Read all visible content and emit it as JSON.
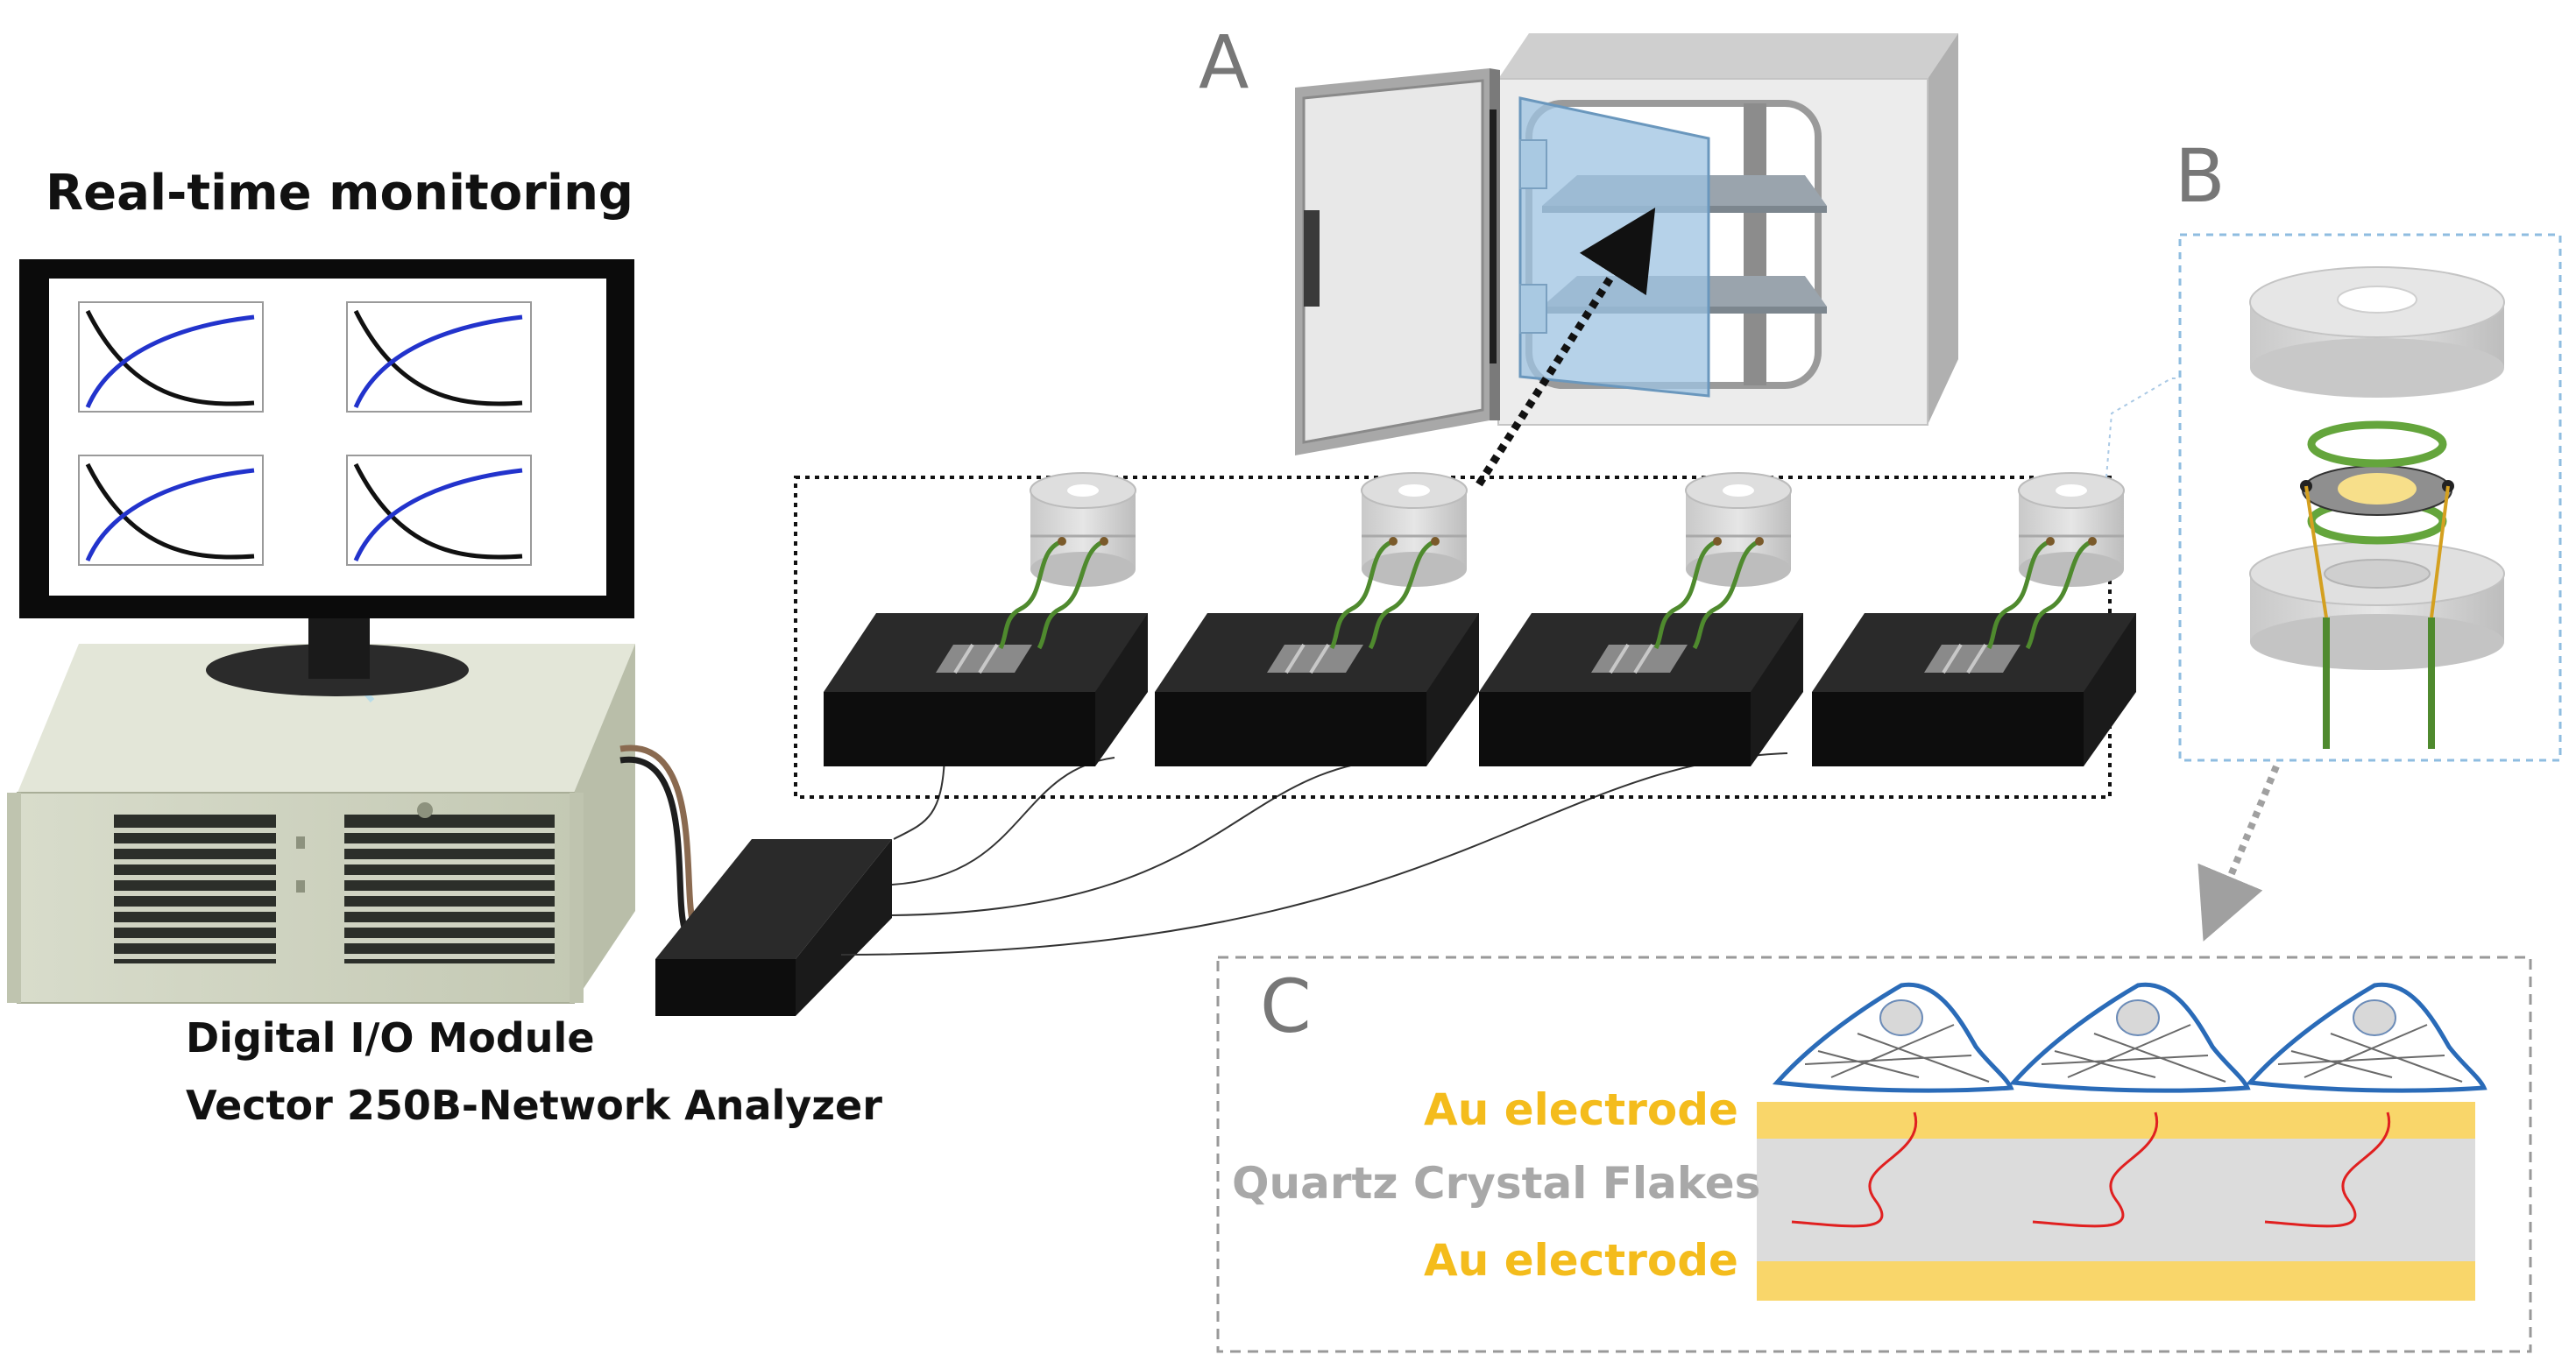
{
  "labels": {
    "realtime": "Real-time monitoring",
    "io_module": "Digital I/O Module",
    "analyzer": "Vector 250B-Network Analyzer",
    "panel_a": "A",
    "panel_b": "B",
    "panel_c": "C",
    "au_top": "Au electrode",
    "quartz": "Quartz Crystal Flakes",
    "au_bottom": "Au electrode"
  },
  "colors": {
    "gold": "#f4bc1c",
    "quartz_gray": "#a8a8a8",
    "panel_gray": "#777777",
    "cell_outline": "#2a6bb8",
    "wire_green": "#4f8a2e",
    "series_blue": "#2233cc",
    "series_black": "#111111",
    "sensor_black": "#0d0d0d",
    "wave_red": "#e02020"
  }
}
